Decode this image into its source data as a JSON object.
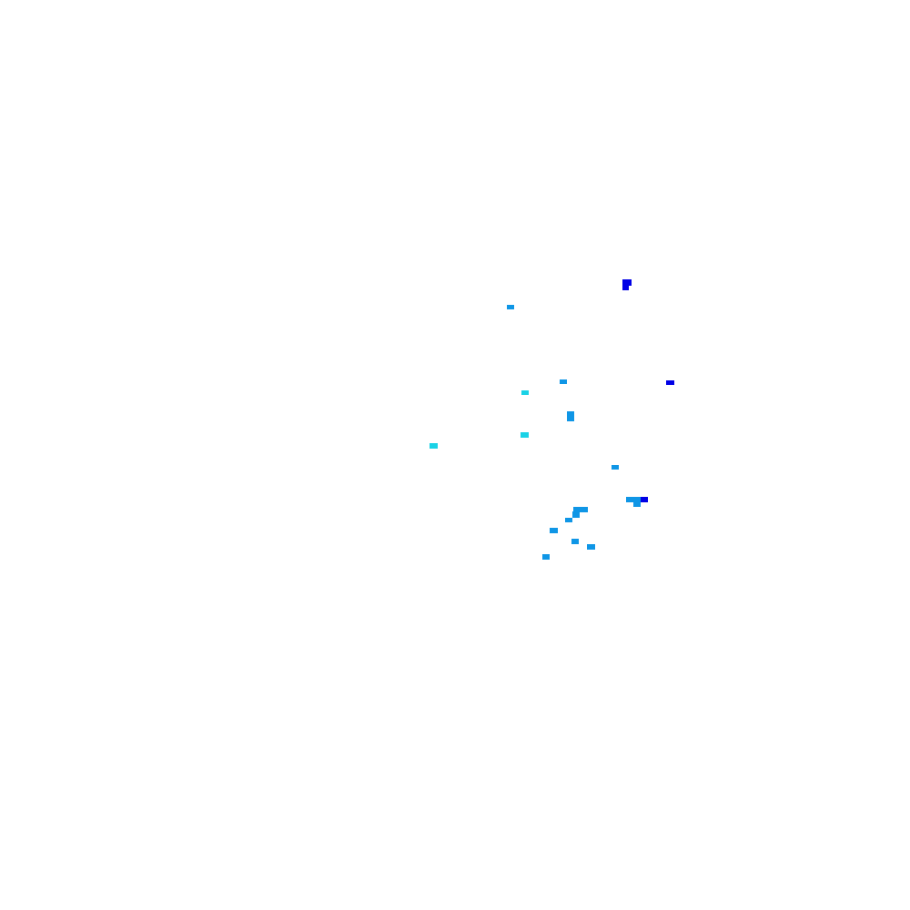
{
  "map": {
    "background": "#ffffff",
    "legend": "none",
    "colors": {
      "cyan": "#1ad2e6",
      "light_blue": "#0f96e6",
      "dark_blue": "#0000e6"
    },
    "cells": [
      {
        "id": "c1",
        "level": "dark_blue"
      },
      {
        "id": "c2",
        "level": "dark_blue"
      },
      {
        "id": "c3",
        "level": "light_blue"
      },
      {
        "id": "c4",
        "level": "light_blue"
      },
      {
        "id": "c5",
        "level": "dark_blue"
      },
      {
        "id": "c6",
        "level": "cyan"
      },
      {
        "id": "c7",
        "level": "light_blue"
      },
      {
        "id": "c8",
        "level": "cyan"
      },
      {
        "id": "c9",
        "level": "cyan"
      },
      {
        "id": "c10",
        "level": "light_blue"
      },
      {
        "id": "c11",
        "level": "light_blue"
      },
      {
        "id": "c12",
        "level": "dark_blue"
      },
      {
        "id": "c13",
        "level": "light_blue"
      },
      {
        "id": "c14",
        "level": "light_blue"
      },
      {
        "id": "c15",
        "level": "light_blue"
      },
      {
        "id": "c16",
        "level": "light_blue"
      },
      {
        "id": "c17",
        "level": "light_blue"
      },
      {
        "id": "c18",
        "level": "light_blue"
      },
      {
        "id": "c19",
        "level": "light_blue"
      },
      {
        "id": "c20",
        "level": "light_blue"
      }
    ]
  }
}
